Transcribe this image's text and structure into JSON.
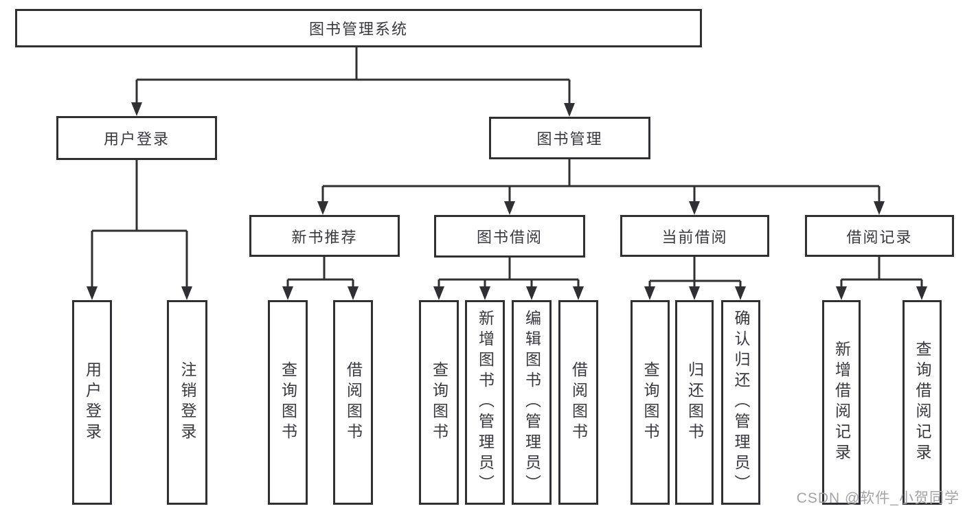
{
  "tree": {
    "root": "图书管理系统",
    "children": [
      {
        "label": "用户登录",
        "children": [
          "用户登录",
          "注销登录"
        ]
      },
      {
        "label": "图书管理",
        "children": [
          {
            "label": "新书推荐",
            "children": [
              "查询图书",
              "借阅图书"
            ]
          },
          {
            "label": "图书借阅",
            "children": [
              "查询图书",
              "新增图书（管理员）",
              "编辑图书（管理员）",
              "借阅图书"
            ]
          },
          {
            "label": "当前借阅",
            "children": [
              "查询图书",
              "归还图书",
              "确认归还（管理员）"
            ]
          },
          {
            "label": "借阅记录",
            "children": [
              "新增借阅记录",
              "查询借阅记录"
            ]
          }
        ]
      }
    ]
  },
  "watermark": {
    "text": "CSDN @软件_小贺同学"
  },
  "colors": {
    "line": "#303032",
    "text": "#39393d",
    "watermark": "#a3a3a3",
    "background": "#ffffff"
  }
}
